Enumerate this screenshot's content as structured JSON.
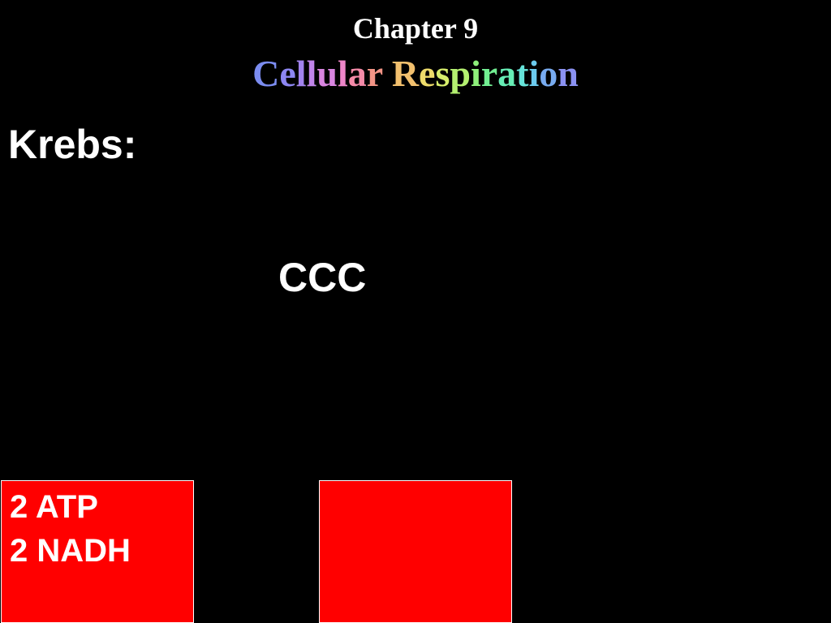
{
  "slide": {
    "background": "#000000",
    "chapter_title": "Chapter 9",
    "title_letters": [
      {
        "char": "C",
        "color": "#7B8CF0"
      },
      {
        "char": "e",
        "color": "#8D86F2"
      },
      {
        "char": "l",
        "color": "#A283EE"
      },
      {
        "char": "l",
        "color": "#C084EA"
      },
      {
        "char": "u",
        "color": "#D985E0"
      },
      {
        "char": "l",
        "color": "#EE86C9"
      },
      {
        "char": "a",
        "color": "#F48AA8"
      },
      {
        "char": "r",
        "color": "#F39486"
      },
      {
        "char": " ",
        "color": "#FFFFFF"
      },
      {
        "char": "R",
        "color": "#F2C06E"
      },
      {
        "char": "e",
        "color": "#EEDC6A"
      },
      {
        "char": "s",
        "color": "#D7EE6C"
      },
      {
        "char": "p",
        "color": "#B4F070"
      },
      {
        "char": "i",
        "color": "#8EEF7A"
      },
      {
        "char": "r",
        "color": "#72EE92"
      },
      {
        "char": "a",
        "color": "#66EDB5"
      },
      {
        "char": "t",
        "color": "#66E4DA"
      },
      {
        "char": "i",
        "color": "#6CCBEE"
      },
      {
        "char": "o",
        "color": "#78ABF0"
      },
      {
        "char": "n",
        "color": "#8B92F2"
      }
    ],
    "heading": "Krebs:",
    "carbon_label": "CCC"
  },
  "boxes": {
    "fill_color": "#FF0000",
    "left": {
      "line_1": "2 ATP",
      "line_2": "2 NADH"
    },
    "right": {
      "line_1": "",
      "line_2": ""
    }
  }
}
